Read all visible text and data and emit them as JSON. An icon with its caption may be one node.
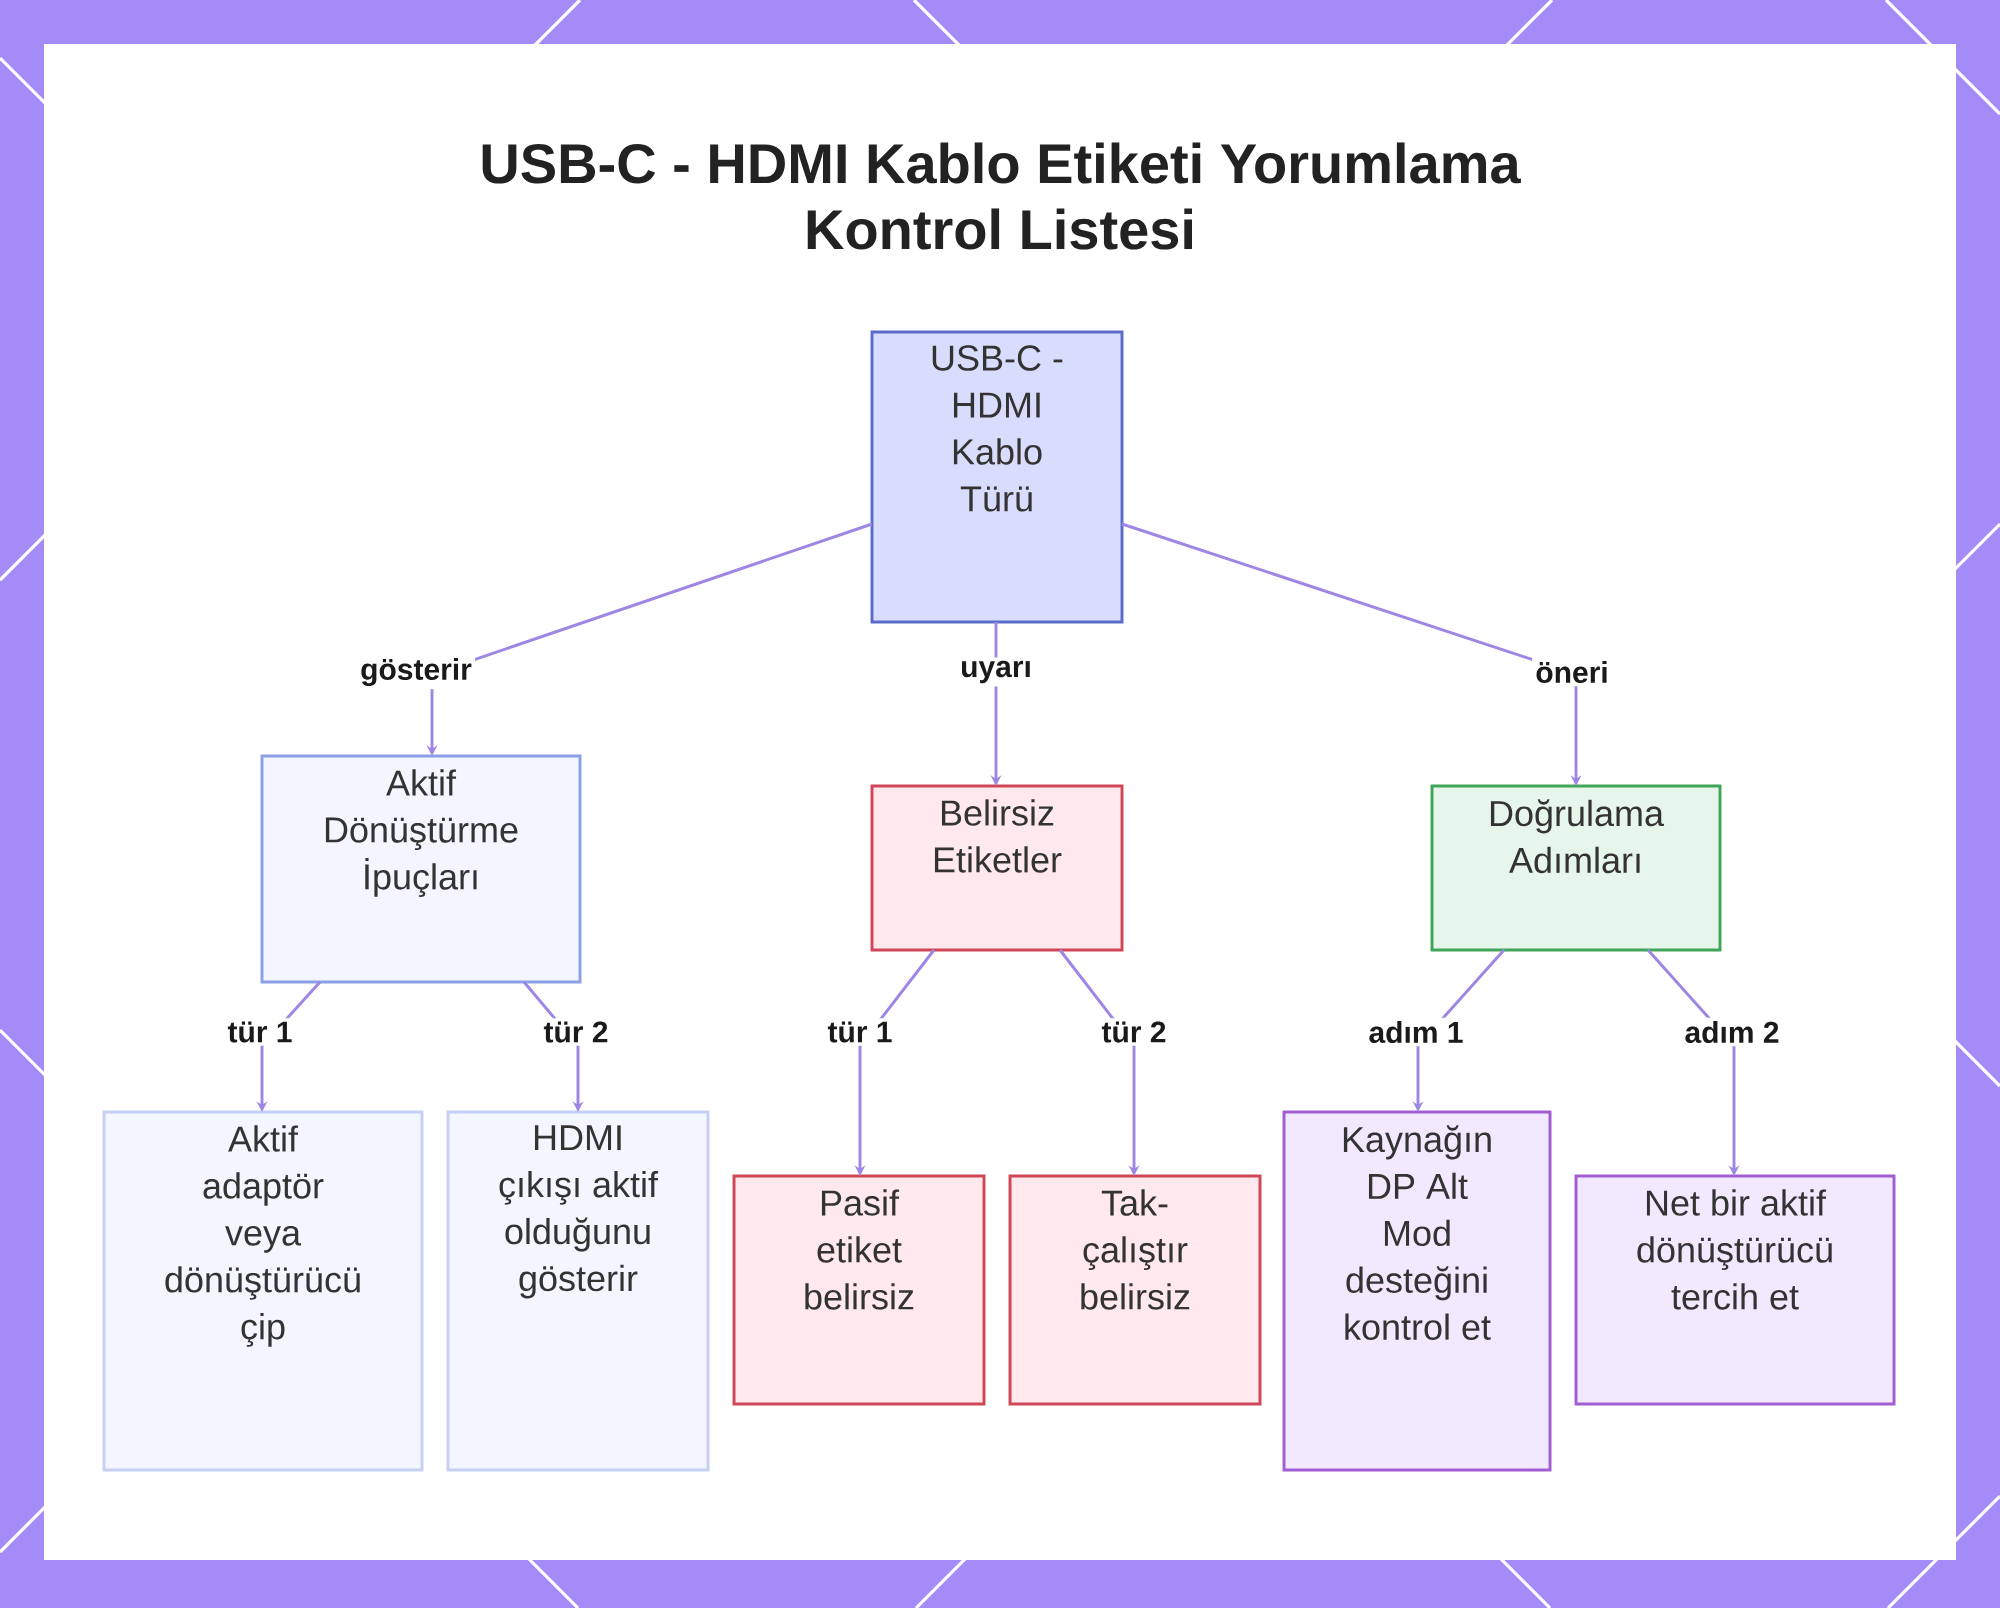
{
  "diagram": {
    "title": "USB-C - HDMI Kablo Etiketi Yorumlama Kontrol Listesi",
    "nodes": [
      {
        "text": [
          "USB-C - HDMI Kablo Türü"
        ]
      },
      {
        "text": [
          "Aktif Dönüştürme İpuçları"
        ]
      },
      {
        "text": [
          "Belirsiz Etiketler"
        ]
      },
      {
        "text": [
          "Doğrulama Adımları"
        ]
      },
      {
        "text": [
          "Aktif adaptör veya dönüştürücü çip"
        ]
      },
      {
        "text": [
          "HDMI çıkışı aktif olduğunu gösterir"
        ]
      },
      {
        "text": [
          "Pasif etiket belirsiz"
        ]
      },
      {
        "text": [
          "Tak-çalıştır belirsiz"
        ]
      },
      {
        "text": [
          "Kaynağın DP Alt Mod desteğini kontrol et"
        ]
      },
      {
        "text": [
          "Net bir aktif dönüştürücü tercih et"
        ]
      }
    ],
    "edges": [
      {
        "from": 0,
        "to": 1,
        "arrow": "to",
        "label": "gösterir"
      },
      {
        "from": 0,
        "to": 2,
        "arrow": "to",
        "label": "uyarı"
      },
      {
        "from": 0,
        "to": 3,
        "arrow": "to",
        "label": "öneri"
      },
      {
        "from": 1,
        "to": 4,
        "arrow": "to",
        "label": "tür 1"
      },
      {
        "from": 1,
        "to": 5,
        "arrow": "to",
        "label": "tür 2"
      },
      {
        "from": 2,
        "to": 6,
        "arrow": "to",
        "label": "tür 1"
      },
      {
        "from": 2,
        "to": 7,
        "arrow": "to",
        "label": "tür 2"
      },
      {
        "from": 3,
        "to": 8,
        "arrow": "to",
        "label": "adım 1"
      },
      {
        "from": 3,
        "to": 9,
        "arrow": "to",
        "label": "adım 2"
      }
    ]
  }
}
